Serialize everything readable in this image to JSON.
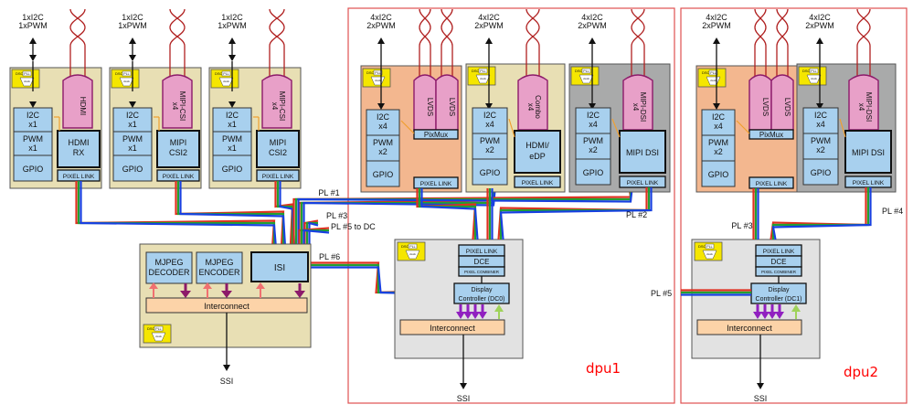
{
  "io_labels": {
    "in1": [
      "1xI2C",
      "1xPWM"
    ],
    "in2": [
      "1xI2C",
      "1xPWM"
    ],
    "in3": [
      "1xI2C",
      "1xPWM"
    ],
    "d1a": [
      "4xI2C",
      "2xPWM"
    ],
    "d1b": [
      "4xI2C",
      "2xPWM"
    ],
    "d1c": [
      "4xI2C",
      "2xPWM"
    ],
    "d2a": [
      "4xI2C",
      "2xPWM"
    ],
    "d2b": [
      "4xI2C",
      "2xPWM"
    ]
  },
  "dsc": "DSC",
  "pll": "PLL",
  "clock": "clock",
  "pixel_link": "PIXEL LINK",
  "gpio": "GPIO",
  "ports": {
    "hdmi": "HDMI",
    "mipi_csi": "MIPI-CSI",
    "x4": "x4",
    "lvds": "LVDS",
    "combo": "Combo",
    "mipi_dsi": "MIPI-DSI"
  },
  "blocks": {
    "i2c_x1": [
      "I2C",
      "x1"
    ],
    "i2c_x4": [
      "I2C",
      "x4"
    ],
    "pwm_x1": [
      "PWM",
      "x1"
    ],
    "pwm_x2": [
      "PWM",
      "x2"
    ],
    "hdmi_rx": [
      "HDMI",
      "RX"
    ],
    "mipi_csi2": [
      "MIPI",
      "CSI2"
    ],
    "pixmux": "PixMux",
    "hdmi_edp": [
      "HDMI/",
      "eDP"
    ],
    "mipi_dsi": "MIPI DSI",
    "isi": "ISI",
    "mjpeg_dec": [
      "MJPEG",
      "DECODER"
    ],
    "mjpeg_enc": [
      "MJPEG",
      "ENCODER"
    ],
    "interconnect": "Interconnect",
    "dce": "DCE",
    "pixel_combiner": "PIXEL COMBINER",
    "dc0": [
      "Display",
      "Controller (DC0)"
    ],
    "dc1": [
      "Display",
      "Controller (DC1)"
    ],
    "ssi": "SSI"
  },
  "pl": {
    "pl1": "PL #1",
    "pl2": "PL #2",
    "pl3": "PL #3",
    "pl4": "PL #4",
    "pl5": "PL #5",
    "pl5dc": "PL #5 to DC",
    "pl6": "PL #6"
  },
  "dpu_labels": {
    "dpu1": "dpu1",
    "dpu2": "dpu2"
  },
  "colors": {
    "tan": "#E8DFB4",
    "orange": "#F3B78F",
    "gray": "#A9AAAA",
    "lightgray": "#E2E2E2",
    "block": "#A8D0EE",
    "peach": "#FCD3A8",
    "pink": "#E8A0C8",
    "purple": "#8C1A6A",
    "arrow_red": "#F07070",
    "arrow_green": "#9FD25A",
    "arrow_purple": "#9020C0",
    "bus_red": "#E03020",
    "bus_green": "#22A030",
    "bus_blue": "#1840E0",
    "frame": "#E05050"
  }
}
